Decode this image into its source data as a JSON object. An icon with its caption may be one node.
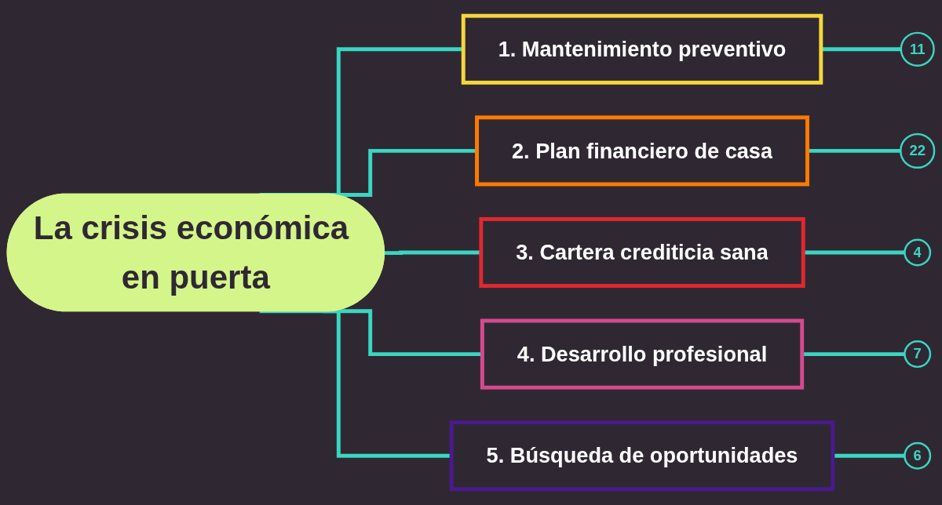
{
  "diagram": {
    "nodes": [
      {
        "text": [
          "La crisis económica en puerta"
        ]
      },
      {
        "text": [
          "1. Mantenimiento preventivo"
        ]
      },
      {
        "text": [
          "2. Plan financiero de casa"
        ]
      },
      {
        "text": [
          "3. Cartera crediticia sana"
        ]
      },
      {
        "text": [
          "4. Desarrollo profesional"
        ]
      },
      {
        "text": [
          "5. Búsqueda de oportunidades"
        ]
      },
      {
        "text": [
          "11"
        ]
      },
      {
        "text": [
          "22"
        ]
      },
      {
        "text": [
          "4"
        ]
      },
      {
        "text": [
          "7"
        ]
      },
      {
        "text": [
          "6"
        ]
      }
    ],
    "edges": [
      {
        "from": 0,
        "to": 1,
        "arrow": "none"
      },
      {
        "from": 0,
        "to": 2,
        "arrow": "none"
      },
      {
        "from": 0,
        "to": 3,
        "arrow": "none"
      },
      {
        "from": 0,
        "to": 4,
        "arrow": "none"
      },
      {
        "from": 0,
        "to": 5,
        "arrow": "none"
      },
      {
        "from": 1,
        "to": 6,
        "arrow": "none"
      },
      {
        "from": 2,
        "to": 7,
        "arrow": "none"
      },
      {
        "from": 3,
        "to": 8,
        "arrow": "none"
      },
      {
        "from": 4,
        "to": 9,
        "arrow": "none"
      },
      {
        "from": 5,
        "to": 10,
        "arrow": "none"
      }
    ]
  }
}
